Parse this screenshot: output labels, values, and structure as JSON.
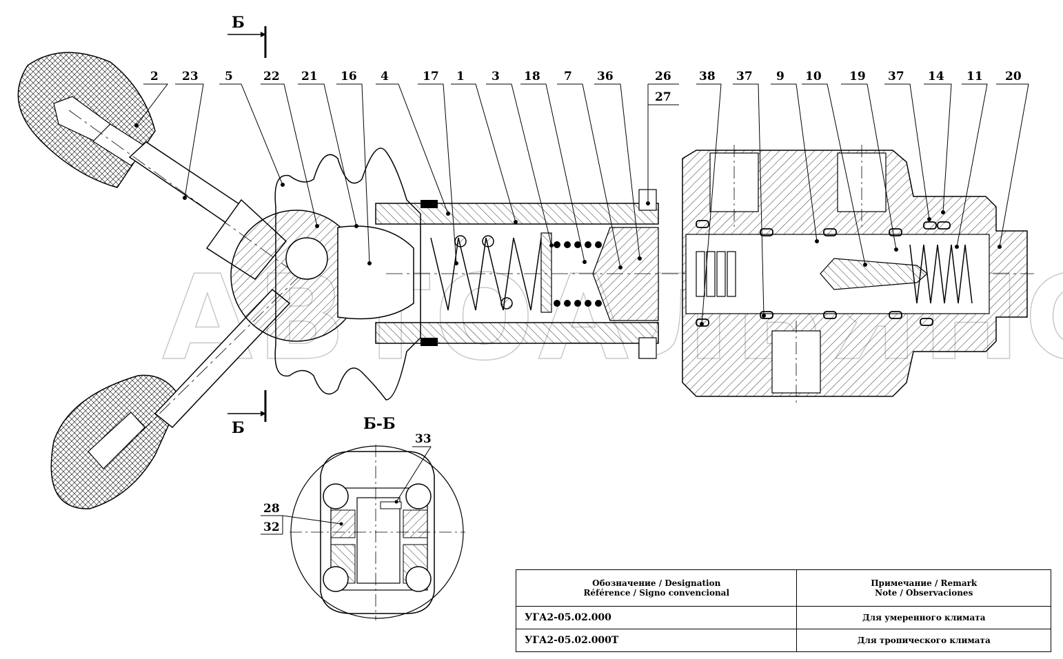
{
  "section_marker": {
    "letter": "Б",
    "view_title": "Б-Б"
  },
  "watermark": "АВТОАЛЬЯНС",
  "callouts": {
    "main": [
      "2",
      "23",
      "5",
      "22",
      "21",
      "16",
      "4",
      "17",
      "1",
      "3",
      "18",
      "7",
      "36",
      "26",
      "27",
      "38",
      "37",
      "9",
      "10",
      "19",
      "37",
      "14",
      "11",
      "20"
    ],
    "section": [
      "33",
      "28",
      "32"
    ]
  },
  "table": {
    "header": {
      "designation_line1": "Обозначение / Designation",
      "designation_line2": "Référence / Signo convencional",
      "remark_line1": "Примечание / Remark",
      "remark_line2": "Note / Observaciones"
    },
    "rows": [
      {
        "code": "УГА2-05.02.000",
        "remark": "Для умеренного климата"
      },
      {
        "code": "УГА2-05.02.000Т",
        "remark": "Для тропического климата"
      }
    ]
  },
  "colors": {
    "line": "#000000",
    "watermark": "#c8c8c8"
  }
}
